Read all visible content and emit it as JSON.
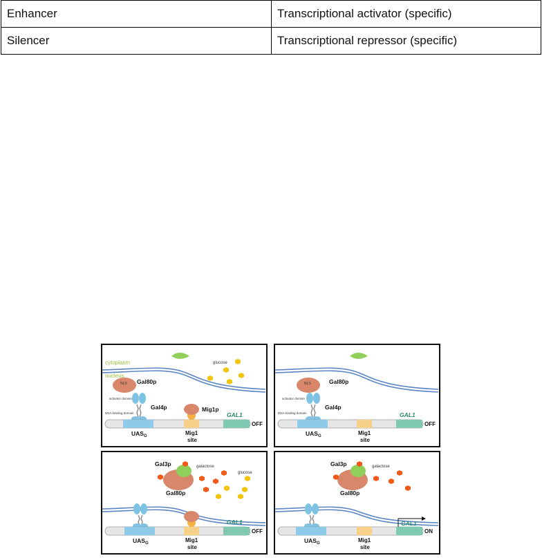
{
  "table": {
    "rows": [
      {
        "element": "Enhancer",
        "function": "Transcriptional activator (specific)"
      },
      {
        "element": "Silencer",
        "function": "Transcriptional repressor (specific)"
      }
    ]
  },
  "figure": {
    "cytoplasm_label": "cytoplasm",
    "nucleus_label": "nucleus",
    "gal80p_label": "Gal80p",
    "nls_label": "NLS",
    "gal4p_label": "Gal4p",
    "gal3p_label": "Gal3p",
    "mig1p_label": "Mig1p",
    "activator_domain_label": "activator domain",
    "dna_binding_label": "DNA-binding domain",
    "uas_label": "UAS",
    "uas_subscript": "G",
    "mig1_site_line1": "Mig1",
    "mig1_site_line2": "site",
    "gal1_label": "GAL1",
    "glucose_label": "glucose",
    "galactose_label": "galactose",
    "state_off": "OFF",
    "state_on": "ON",
    "colors": {
      "gal80": "#d9876b",
      "gal4": "#7ec3e3",
      "gal3": "#8fcf5a",
      "mig1_site": "#f7d08a",
      "gal1_gene": "#7fc9b2",
      "uas": "#8fcbe8",
      "glucose": "#f2c40f",
      "galactose": "#f05a1c",
      "membrane": "#5b86c4",
      "cytoplasm_text": "#9bbf3b"
    }
  }
}
